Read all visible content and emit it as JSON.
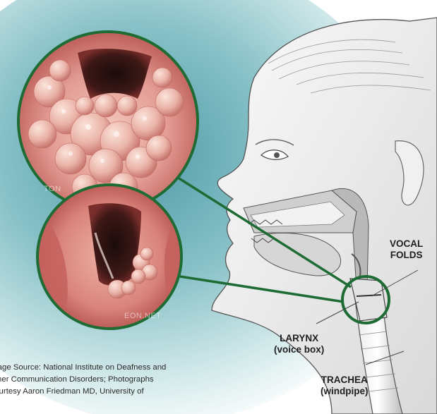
{
  "labels": {
    "vocal_folds_line1": "VOCAL",
    "vocal_folds_line2": "FOLDS",
    "larynx_line1": "LARYNX",
    "larynx_line2": "(voice box)",
    "trachea_line1": "TRACHEA",
    "trachea_line2": "(windpipe)"
  },
  "credit": {
    "line1": "Image Source: National Institute on Deafness and",
    "line2": "Other Communication Disorders; Photographs",
    "line3": "Courtesy Aaron Friedman MD, University of"
  },
  "watermarks": {
    "upper": "TON",
    "lower": "EON.NET"
  },
  "colors": {
    "accent_green": "#1e6b34",
    "teal_background": "#9fd1d4",
    "tissue_pink": "#e8a09c",
    "tissue_dark": "#8c2f30"
  }
}
